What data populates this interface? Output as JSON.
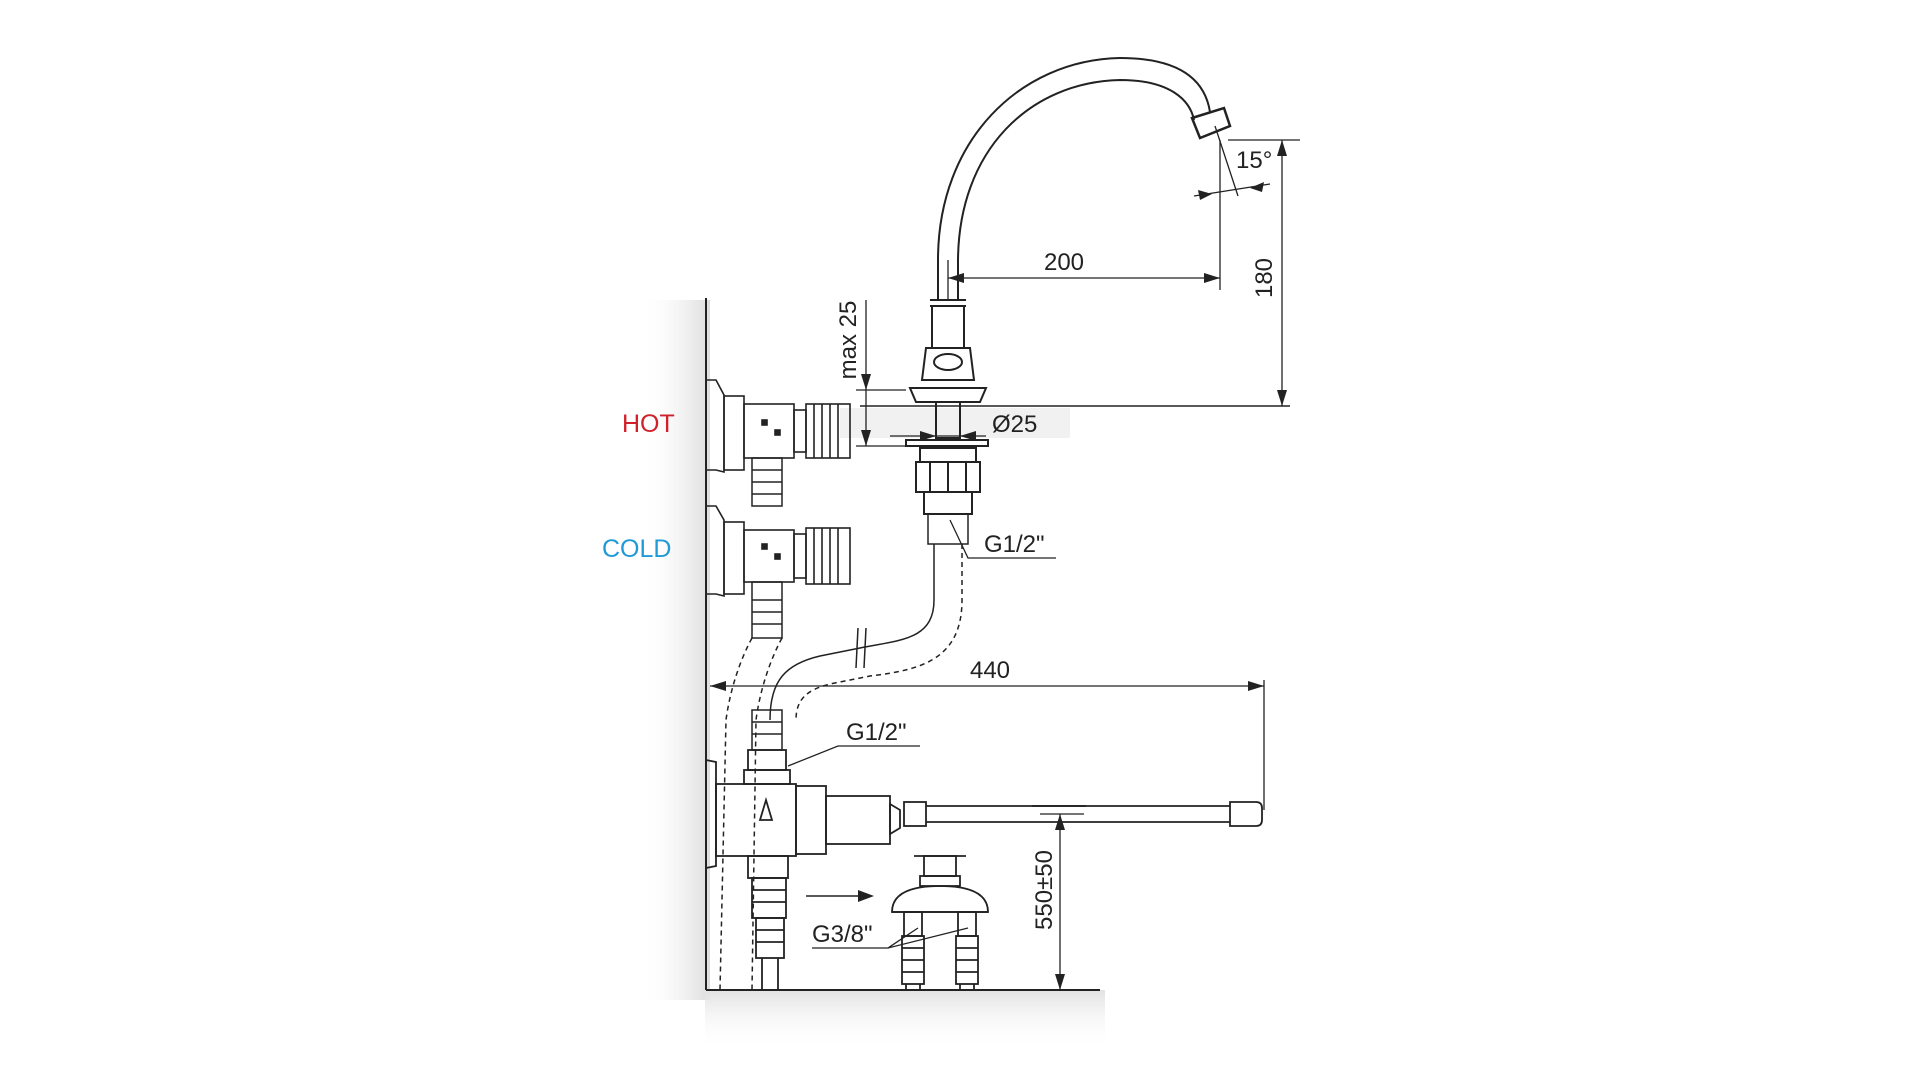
{
  "colors": {
    "line": "#222222",
    "hot": "#d0202a",
    "cold": "#1f9ad6",
    "shadow": "#e6e6e6"
  },
  "labels": {
    "hot": "HOT",
    "cold": "COLD"
  },
  "dimensions": {
    "spout_reach": "200",
    "spout_height": "180",
    "angle": "15°",
    "max_thickness": "max 25",
    "hole_diameter": "Ø25",
    "inlet_thread": "G1/2\"",
    "lever_length": "440",
    "valve_thread": "G1/2\"",
    "outlet_thread": "G3/8\"",
    "mount_height": "550±50"
  }
}
